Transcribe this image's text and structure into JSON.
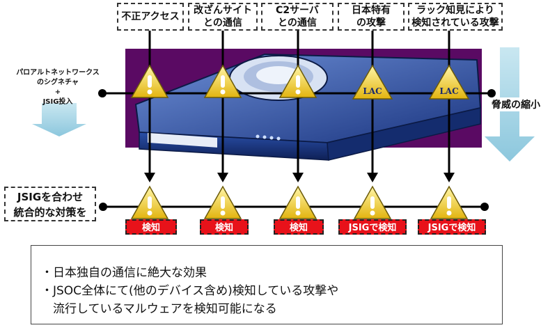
{
  "top_labels": [
    {
      "text": "不正アクセス"
    },
    {
      "text": "改ざんサイト\nとの通信"
    },
    {
      "text": "C2サーバ\nとの通信"
    },
    {
      "text": "日本特有\nの攻撃"
    },
    {
      "text": "ラック知見により\n検知されている攻撃"
    }
  ],
  "left_note": "パロアルトネットワークス\nのシグネチャ\n+\nJSIG投入",
  "threat_label": "脅威の縮小",
  "jsig_box": "JSIGを合わせ\n統合的な対策を",
  "lac_text": "LAC",
  "detect_labels": [
    "検知",
    "検知",
    "検知",
    "JSIGで検知",
    "JSIGで検知"
  ],
  "bottom_lines": [
    "・日本独自の通信に絶大な効果",
    "・JSOC全体にて(他のデバイス含め)検知している攻撃や",
    "　流行しているマルウェアを検知可能になる"
  ],
  "colors": {
    "purple_bg": "#5a0a63",
    "device_blue": "#1f3f8f",
    "arrow_blue": "#9fd4e6",
    "warn_yellow": "#f5d21a",
    "red": "#e8121a"
  }
}
